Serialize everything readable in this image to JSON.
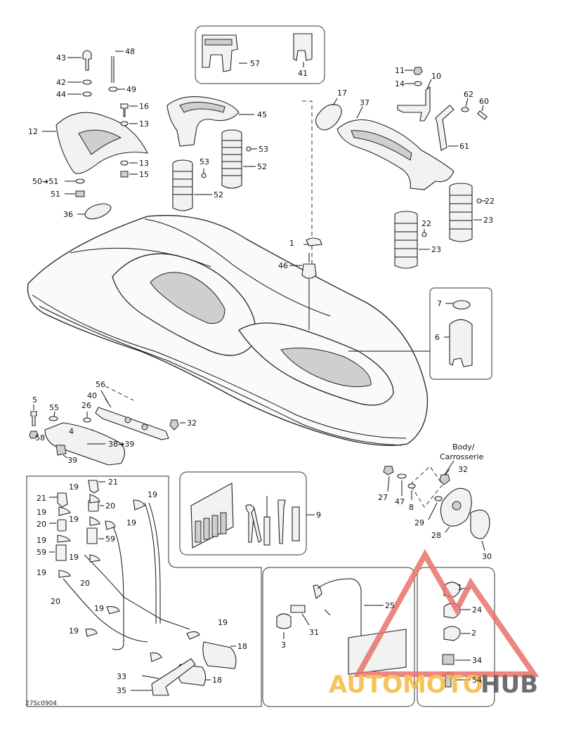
{
  "watermark": {
    "word1": "AUTOMOTO",
    "word2": "HUB",
    "color_primary": "#e8736b",
    "color_accent": "#f6b93b",
    "color_dark": "#555555"
  },
  "body_label": {
    "line1": "Body/",
    "line2": "Carrosserie"
  },
  "code": "27Sc0904",
  "callouts": [
    "1",
    "2",
    "3",
    "4",
    "5",
    "6",
    "7",
    "8",
    "9",
    "10",
    "11",
    "12",
    "13",
    "13",
    "14",
    "15",
    "16",
    "17",
    "18",
    "18",
    "19",
    "19",
    "19",
    "19",
    "19",
    "19",
    "19",
    "19",
    "19",
    "19",
    "19",
    "20",
    "20",
    "20",
    "20",
    "21",
    "21",
    "22",
    "22",
    "23",
    "23",
    "24",
    "25",
    "26",
    "27",
    "28",
    "29",
    "30",
    "31",
    "32",
    "32",
    "33",
    "34",
    "35",
    "36",
    "37",
    "38➔39",
    "39",
    "40",
    "41",
    "42",
    "43",
    "44",
    "45",
    "46",
    "47",
    "48",
    "49",
    "50➔51",
    "51",
    "52",
    "52",
    "53",
    "53",
    "54",
    "55",
    "56",
    "57",
    "58",
    "59",
    "59",
    "60",
    "61",
    "62",
    "1"
  ]
}
